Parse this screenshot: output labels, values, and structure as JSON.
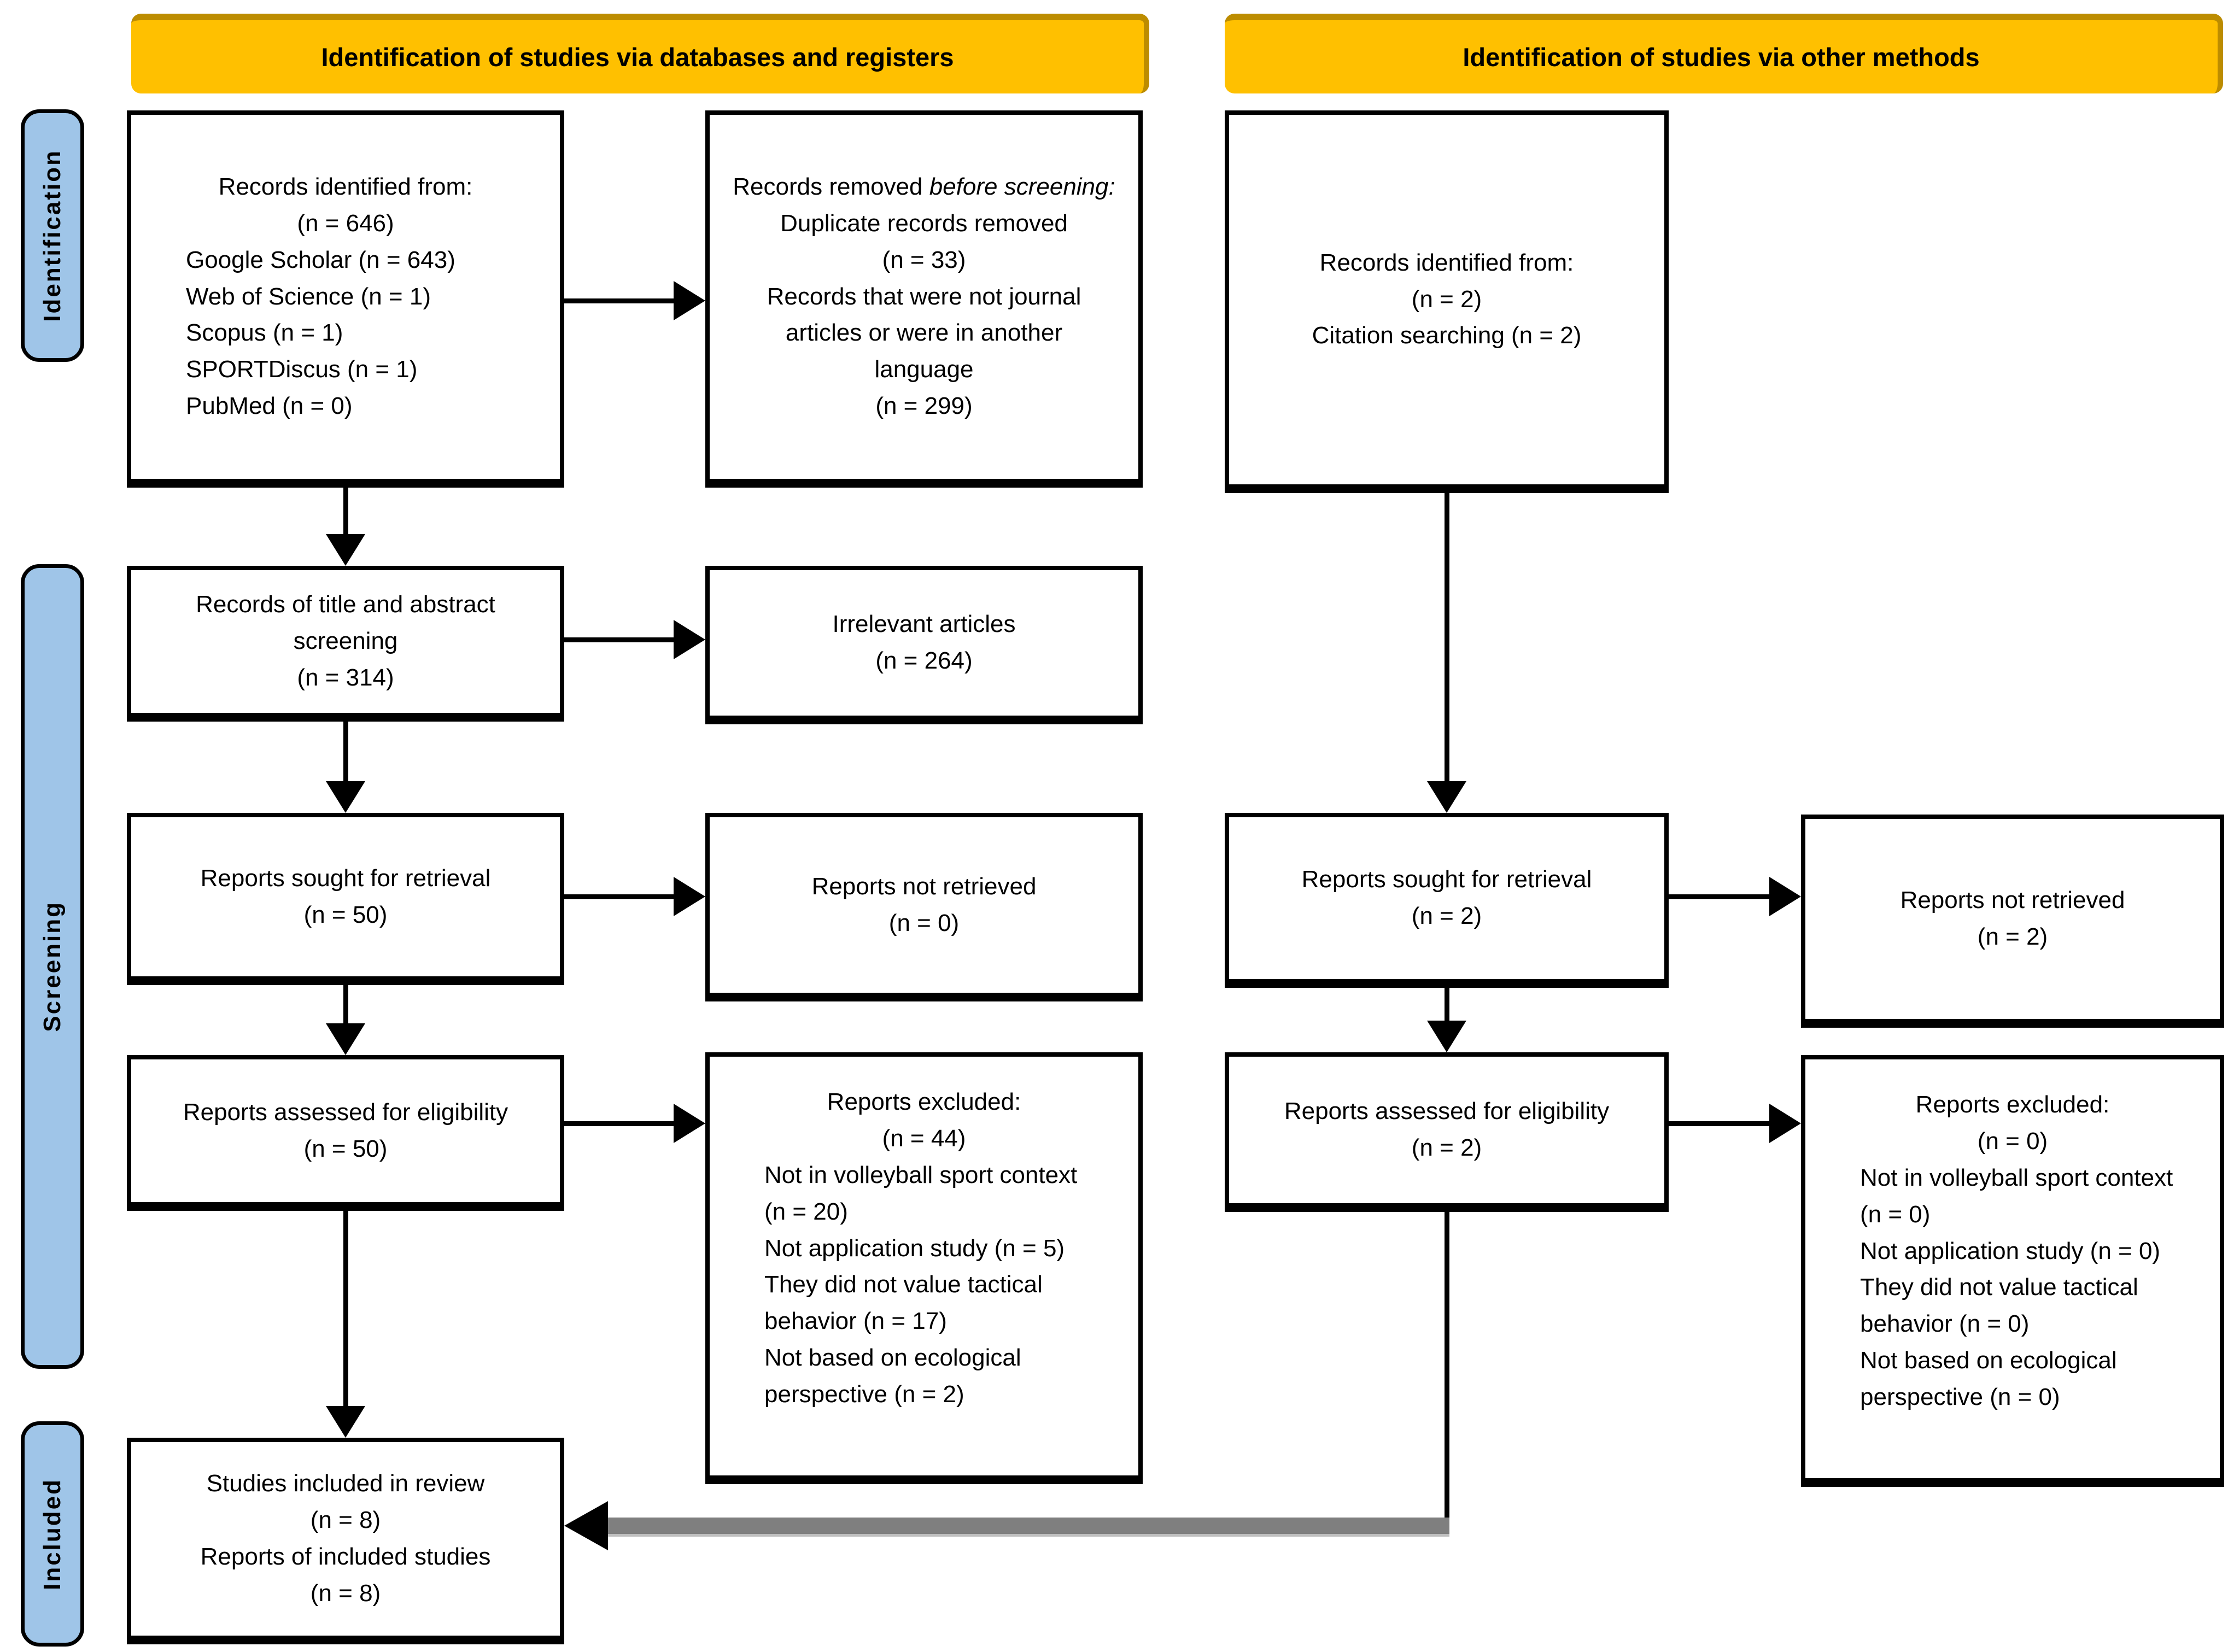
{
  "colors": {
    "banner_bg": "#FFC000",
    "banner_shadow": "#BC8C00",
    "sidebar_bg": "#9FC5E8",
    "box_border": "#000000",
    "connector_black": "#000000",
    "connector_gray": "#7F7F7F"
  },
  "banners": {
    "left": "Identification of studies via databases and registers",
    "right": "Identification of studies via other methods"
  },
  "sidebar": {
    "identification": "Identification",
    "screening": "Screening",
    "included": "Included"
  },
  "boxes": [
    {
      "id": "db-records-identified",
      "lines": [
        {
          "t": "Records identified from:",
          "a": "c"
        },
        {
          "t": "(n = 646)",
          "a": "c"
        },
        {
          "t": "Google Scholar (n = 643)",
          "a": "l"
        },
        {
          "t": "Web of Science (n = 1)",
          "a": "l"
        },
        {
          "t": "Scopus (n = 1)",
          "a": "l"
        },
        {
          "t": "SPORTDiscus (n = 1)",
          "a": "l"
        },
        {
          "t": "PubMed (n = 0)",
          "a": "l"
        }
      ]
    },
    {
      "id": "records-removed",
      "lines": [
        {
          "t": "Records removed ",
          "i": "before screening:",
          "a": "c"
        },
        {
          "t": "Duplicate records removed",
          "a": "c"
        },
        {
          "t": "(n = 33)",
          "a": "c"
        },
        {
          "t": "Records that were not journal",
          "a": "c"
        },
        {
          "t": "articles or were in another",
          "a": "c"
        },
        {
          "t": "language",
          "a": "c"
        },
        {
          "t": "(n = 299)",
          "a": "c"
        }
      ]
    },
    {
      "id": "other-records-identified",
      "lines": [
        {
          "t": "Records identified from:",
          "a": "c"
        },
        {
          "t": "(n = 2)",
          "a": "c"
        },
        {
          "t": "Citation searching (n = 2)",
          "a": "c"
        }
      ]
    },
    {
      "id": "title-abstract-screening",
      "lines": [
        {
          "t": "Records of title and abstract",
          "a": "c"
        },
        {
          "t": "screening",
          "a": "c"
        },
        {
          "t": "(n = 314)",
          "a": "c"
        }
      ]
    },
    {
      "id": "irrelevant-articles",
      "lines": [
        {
          "t": "Irrelevant articles",
          "a": "c"
        },
        {
          "t": "(n = 264)",
          "a": "c"
        }
      ]
    },
    {
      "id": "db-reports-sought",
      "lines": [
        {
          "t": "Reports sought for retrieval",
          "a": "c"
        },
        {
          "t": "(n = 50)",
          "a": "c"
        }
      ]
    },
    {
      "id": "db-reports-not-retrieved",
      "lines": [
        {
          "t": "Reports not retrieved",
          "a": "c"
        },
        {
          "t": "(n = 0)",
          "a": "c"
        }
      ]
    },
    {
      "id": "other-reports-sought",
      "lines": [
        {
          "t": "Reports sought for retrieval",
          "a": "c"
        },
        {
          "t": "(n = 2)",
          "a": "c"
        }
      ]
    },
    {
      "id": "other-reports-not-retrieved",
      "lines": [
        {
          "t": "Reports not retrieved",
          "a": "c"
        },
        {
          "t": "(n = 2)",
          "a": "c"
        }
      ]
    },
    {
      "id": "db-reports-assessed",
      "lines": [
        {
          "t": "Reports assessed for eligibility",
          "a": "c"
        },
        {
          "t": "(n = 50)",
          "a": "c"
        }
      ]
    },
    {
      "id": "db-reports-excluded",
      "lines": [
        {
          "t": "Reports excluded:",
          "a": "c"
        },
        {
          "t": "(n = 44)",
          "a": "c"
        },
        {
          "t": "Not in volleyball sport context",
          "a": "l"
        },
        {
          "t": "(n = 20)",
          "a": "l"
        },
        {
          "t": "Not application study (n = 5)",
          "a": "l"
        },
        {
          "t": "They did not value tactical",
          "a": "l"
        },
        {
          "t": "behavior (n = 17)",
          "a": "l"
        },
        {
          "t": "Not based on ecological",
          "a": "l"
        },
        {
          "t": "perspective (n = 2)",
          "a": "l"
        }
      ]
    },
    {
      "id": "other-reports-assessed",
      "lines": [
        {
          "t": "Reports assessed for eligibility",
          "a": "c"
        },
        {
          "t": "(n = 2)",
          "a": "c"
        }
      ]
    },
    {
      "id": "other-reports-excluded",
      "lines": [
        {
          "t": "Reports excluded:",
          "a": "c"
        },
        {
          "t": "(n = 0)",
          "a": "c"
        },
        {
          "t": "Not in volleyball sport context",
          "a": "l"
        },
        {
          "t": "(n = 0)",
          "a": "l"
        },
        {
          "t": "Not application study (n = 0)",
          "a": "l"
        },
        {
          "t": "They did not value tactical",
          "a": "l"
        },
        {
          "t": "behavior (n = 0)",
          "a": "l"
        },
        {
          "t": "Not based on ecological",
          "a": "l"
        },
        {
          "t": "perspective (n = 0)",
          "a": "l"
        }
      ]
    },
    {
      "id": "studies-included",
      "lines": [
        {
          "t": "Studies included in review",
          "a": "c"
        },
        {
          "t": "(n = 8)",
          "a": "c"
        },
        {
          "t": "Reports of included studies",
          "a": "c"
        },
        {
          "t": "(n = 8)",
          "a": "c"
        }
      ]
    }
  ]
}
